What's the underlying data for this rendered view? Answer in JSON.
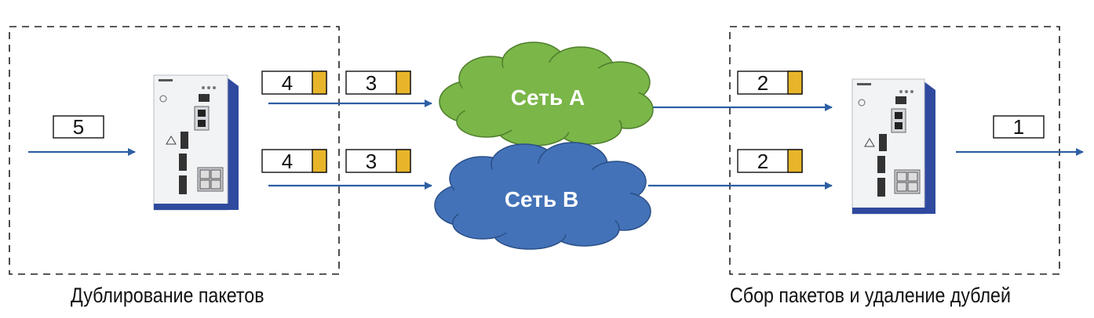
{
  "labels": {
    "left_zone_caption": "Дублирование пакетов",
    "right_zone_caption": "Сбор пакетов и удаление дублей"
  },
  "networks": {
    "a": {
      "label": "Сеть А",
      "color": "#7ab648"
    },
    "b": {
      "label": "Сеть В",
      "color": "#4372b8"
    }
  },
  "packets": {
    "input": "5",
    "left_top_1": "4",
    "left_top_2": "3",
    "left_bottom_1": "4",
    "left_bottom_2": "3",
    "right_top": "2",
    "right_bottom": "2",
    "output": "1"
  },
  "colors": {
    "arrow": "#2e5fa3",
    "packet_tag": "#e8b52a",
    "switch_body": "#f2f3f5",
    "switch_rail": "#2f4a9e"
  },
  "icons": {
    "left_device": "industrial-switch-icon",
    "right_device": "industrial-switch-icon"
  }
}
